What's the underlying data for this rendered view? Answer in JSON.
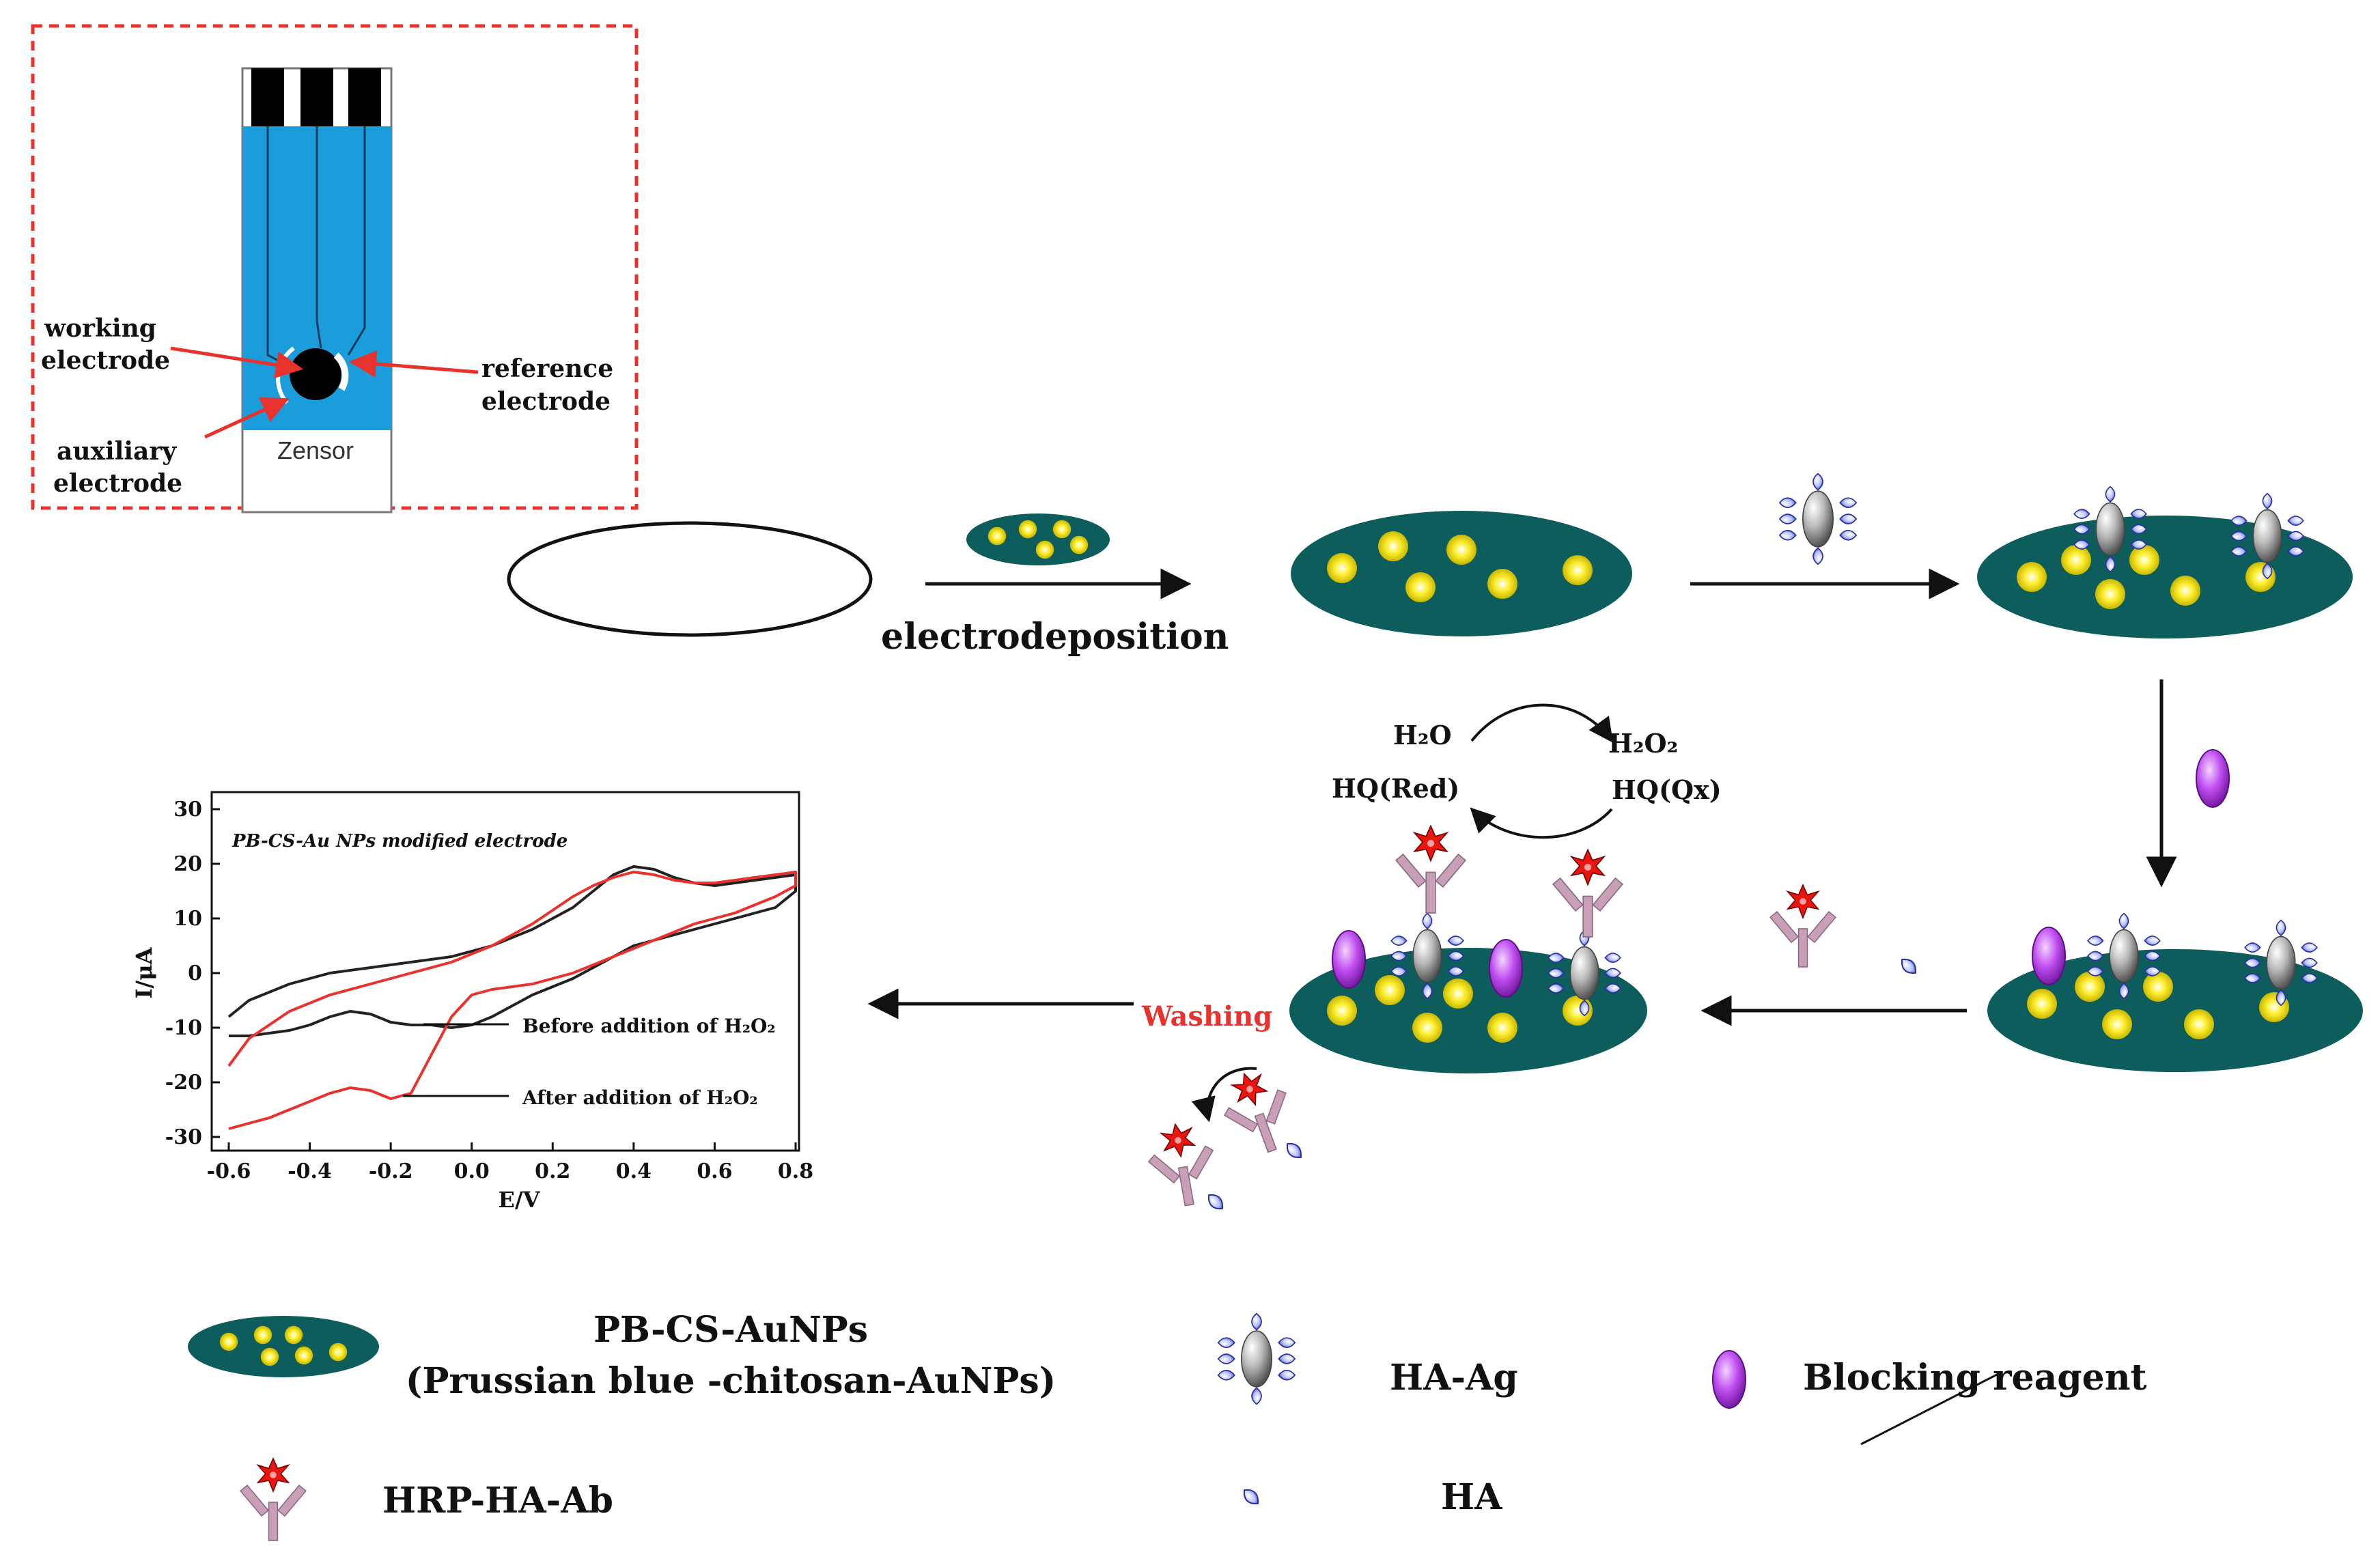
{
  "inset": {
    "brand": "Zensor",
    "working_label_1": "working",
    "working_label_2": "electrode",
    "reference_label_1": "reference",
    "reference_label_2": "electrode",
    "auxiliary_label_1": "auxiliary",
    "auxiliary_label_2": "electrode"
  },
  "steps": {
    "electrodeposition": "electrodeposition",
    "washing": "Washing"
  },
  "cycle": {
    "h2o": "H₂O",
    "h2o2": "H₂O₂",
    "hq_red": "HQ(Red)",
    "hq_ox": "HQ(Qx)"
  },
  "chart_data": {
    "type": "line",
    "title": "PB-CS-Au NPs modified electrode",
    "xlabel": "E/V",
    "ylabel": "I/μA",
    "xlim": [
      -0.6,
      0.8
    ],
    "ylim": [
      -30,
      30
    ],
    "xticks": [
      "-0.6",
      "-0.4",
      "-0.2",
      "0.0",
      "0.2",
      "0.4",
      "0.6",
      "0.8"
    ],
    "yticks": [
      "30",
      "20",
      "10",
      "0",
      "-10",
      "-20",
      "-30"
    ],
    "series": [
      {
        "name": "Before addition of H₂O₂",
        "color": "#222222",
        "x": [
          -0.6,
          -0.55,
          -0.45,
          -0.35,
          -0.25,
          -0.15,
          -0.05,
          0.05,
          0.15,
          0.25,
          0.3,
          0.35,
          0.4,
          0.45,
          0.5,
          0.55,
          0.6,
          0.65,
          0.7,
          0.75,
          0.8,
          0.8,
          0.75,
          0.7,
          0.65,
          0.6,
          0.55,
          0.5,
          0.45,
          0.4,
          0.35,
          0.3,
          0.25,
          0.2,
          0.15,
          0.1,
          0.05,
          0.0,
          -0.05,
          -0.1,
          -0.15,
          -0.2,
          -0.25,
          -0.3,
          -0.35,
          -0.4,
          -0.45,
          -0.5,
          -0.55,
          -0.6
        ],
        "y": [
          -8,
          -5,
          -2,
          0,
          1,
          2,
          3,
          5,
          8,
          12,
          15,
          18,
          19.5,
          19,
          17.5,
          16.5,
          16,
          16.5,
          17,
          17.5,
          18,
          15,
          12,
          11,
          10,
          9,
          8,
          7,
          6,
          5,
          3,
          1,
          -1,
          -2.5,
          -4,
          -6,
          -8,
          -9.5,
          -10,
          -9.5,
          -9.5,
          -9,
          -7.5,
          -7,
          -8,
          -9.5,
          -10.5,
          -11,
          -11.5,
          -11.5
        ]
      },
      {
        "name": "After addition of H₂O₂",
        "color": "#e8322e",
        "x": [
          -0.6,
          -0.55,
          -0.45,
          -0.35,
          -0.25,
          -0.15,
          -0.05,
          0.05,
          0.15,
          0.25,
          0.3,
          0.35,
          0.4,
          0.45,
          0.5,
          0.55,
          0.6,
          0.65,
          0.7,
          0.75,
          0.8,
          0.8,
          0.75,
          0.7,
          0.65,
          0.6,
          0.55,
          0.5,
          0.45,
          0.4,
          0.35,
          0.3,
          0.25,
          0.2,
          0.15,
          0.1,
          0.05,
          0.0,
          -0.05,
          -0.1,
          -0.15,
          -0.2,
          -0.25,
          -0.3,
          -0.35,
          -0.4,
          -0.45,
          -0.5,
          -0.55,
          -0.6
        ],
        "y": [
          -17,
          -12,
          -7,
          -4,
          -2,
          0,
          2,
          5,
          9,
          14,
          16,
          17.5,
          18.5,
          18,
          17,
          16.5,
          16.5,
          17,
          17.5,
          18,
          18.5,
          16,
          14,
          12.5,
          11,
          10,
          9,
          7.5,
          6,
          4.5,
          3,
          1.5,
          0,
          -1,
          -2,
          -2.5,
          -3,
          -4,
          -8,
          -15,
          -22,
          -23,
          -21.5,
          -21,
          -22,
          -23.5,
          -25,
          -26.5,
          -27.5,
          -28.5
        ]
      }
    ]
  },
  "legend": {
    "pbcs_name": "PB-CS-AuNPs",
    "pbcs_full": "(Prussian blue -chitosan-AuNPs)",
    "ha_ag": "HA-Ag",
    "blocking": "Blocking reagent",
    "hrp": "HRP-HA-Ab",
    "ha": "HA"
  },
  "colors": {
    "teal_disk": "#0c5d5b",
    "gold_particle": "#ffef34",
    "electrode_blue": "#1b9ddc",
    "arrow_red": "#e8322e",
    "blocking_purple": "#b23fe8",
    "antibody_pink": "#c7a0b8"
  }
}
